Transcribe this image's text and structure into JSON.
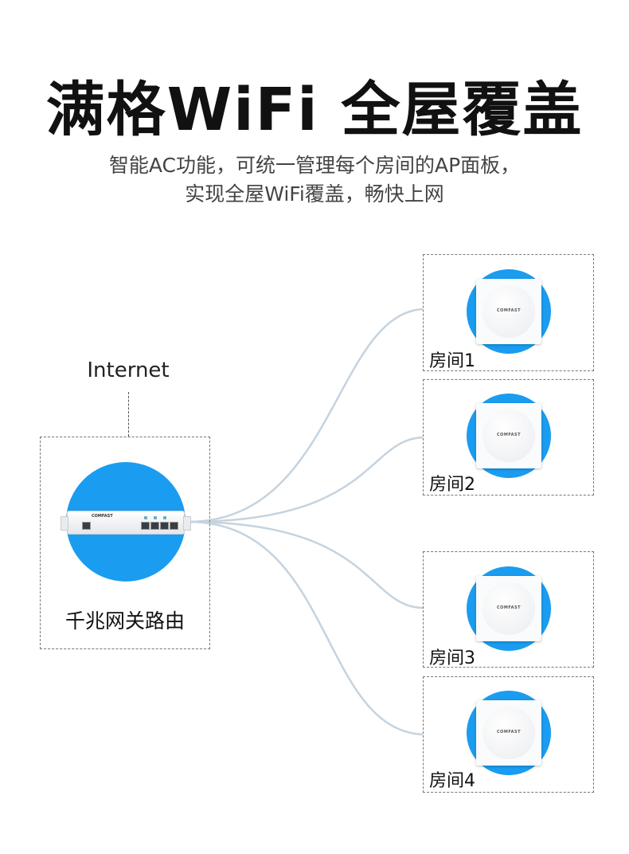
{
  "header": {
    "title": "满格WiFi  全屋覆盖",
    "subtitle_line1": "智能AC功能，可统一管理每个房间的AP面板，",
    "subtitle_line2": "实现全屋WiFi覆盖，畅快上网"
  },
  "diagram": {
    "internet_label": "Internet",
    "router": {
      "label": "千兆网关路由",
      "device_brand": "COMFAST",
      "icon": "gateway-router-icon"
    },
    "rooms": [
      {
        "label": "房间1",
        "ap_brand": "COMFAST",
        "icon": "ceiling-ap-panel-icon"
      },
      {
        "label": "房间2",
        "ap_brand": "COMFAST",
        "icon": "ceiling-ap-panel-icon"
      },
      {
        "label": "房间3",
        "ap_brand": "COMFAST",
        "icon": "ceiling-ap-panel-icon"
      },
      {
        "label": "房间4",
        "ap_brand": "COMFAST",
        "icon": "ceiling-ap-panel-icon"
      }
    ],
    "colors": {
      "accent_circle": "#1a9cf0",
      "link_line": "#c5d3df",
      "dashed_border": "#777777"
    }
  }
}
